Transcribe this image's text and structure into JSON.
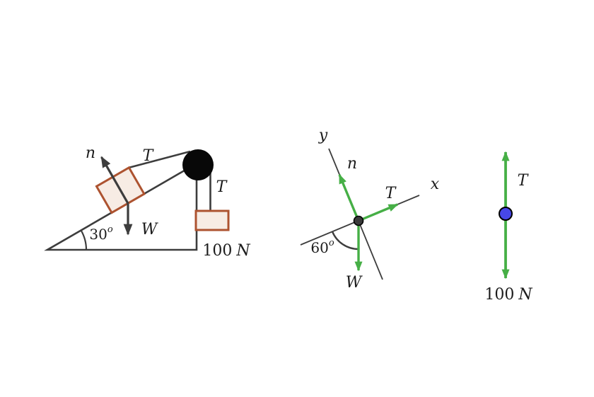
{
  "incline_diagram": {
    "angle": {
      "value": "30",
      "sup": "o"
    },
    "normal_label": "n",
    "rope_tension_label": "T",
    "hanging_tension_label": "T",
    "weight_label": "W",
    "hanging_weight": {
      "value": "100",
      "unit": "N"
    },
    "colors": {
      "line": "#3d3d3d",
      "block_fill": "#f7ece4",
      "block_border": "#ad5330",
      "pulley": "#080808"
    }
  },
  "fbd_diagram": {
    "x_label": "x",
    "y_label": "y",
    "normal_label": "n",
    "tension_label": "T",
    "weight_label": "W",
    "angle": {
      "value": "60",
      "sup": "o"
    },
    "colors": {
      "vector": "#46af46",
      "axis": "#3d3d3d",
      "origin": "#3a3a3a"
    }
  },
  "hanging_fbd": {
    "tension_label": "T",
    "weight": {
      "value": "100",
      "unit": "N"
    },
    "colors": {
      "vector": "#46af46",
      "particle": "#4747e8"
    }
  }
}
